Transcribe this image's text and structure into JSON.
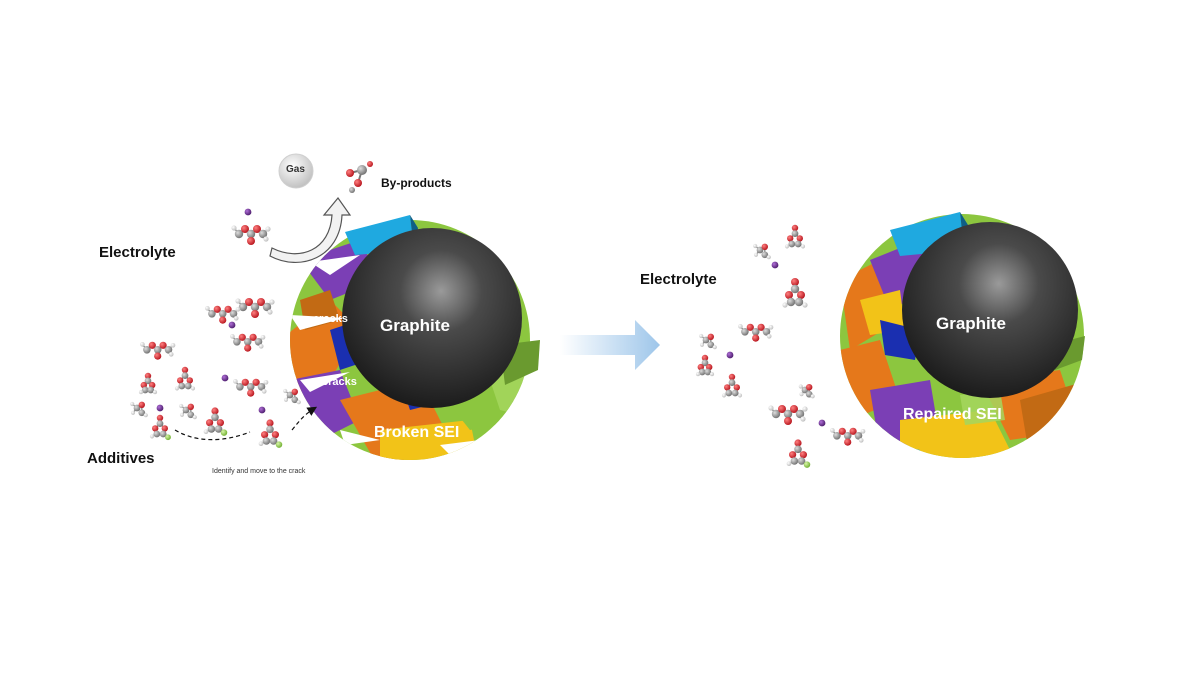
{
  "labels": {
    "gas": "Gas",
    "by_products": "By-products",
    "electrolyte_left": "Electrolyte",
    "electrolyte_right": "Electrolyte",
    "additives": "Additives",
    "identify_text": "Identify and move to the crack",
    "cracks_top": "cracks",
    "cracks_bottom": "cracks",
    "graphite_left": "Graphite",
    "graphite_right": "Graphite",
    "broken_sei": "Broken SEI",
    "repaired_sei": "Repaired SEI"
  },
  "colors": {
    "graphite": "#2c2c2c",
    "sei_blue": "#1fa9e0",
    "sei_green": "#8cc63f",
    "sei_purple": "#7b3fb5",
    "sei_orange": "#e5781b",
    "sei_yellow": "#f2c318",
    "sei_darkblue": "#1a2fb0",
    "arrow": "#a9cdea",
    "atom_oxygen": "#d9252a",
    "atom_carbon": "#8c8c8c",
    "atom_hydrogen": "#eeeeee",
    "atom_fluorine": "#9ad35a",
    "atom_lithium": "#6a2b8f"
  }
}
